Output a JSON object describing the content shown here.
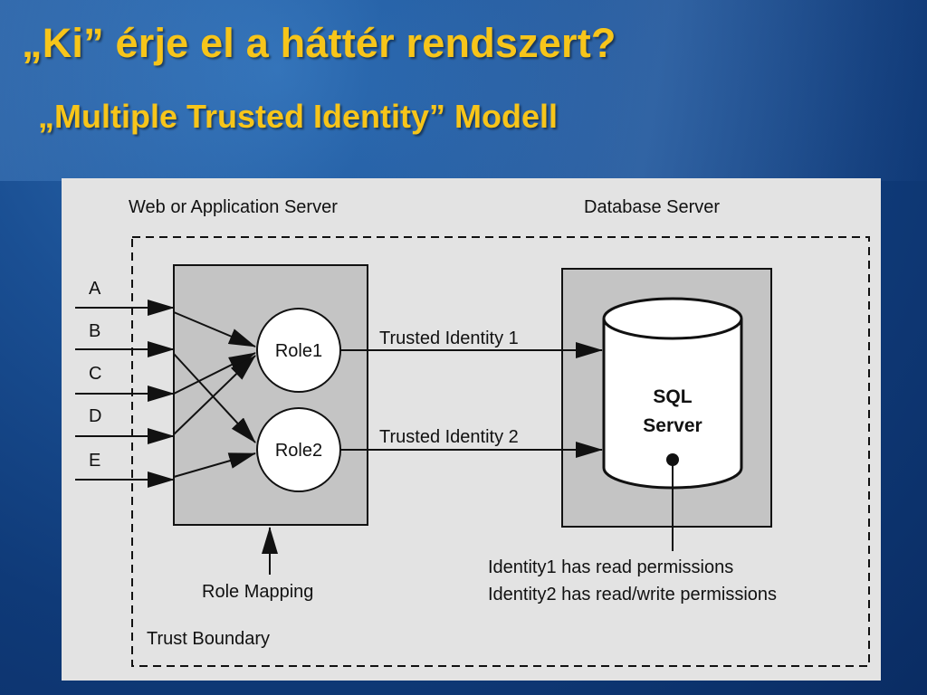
{
  "slide": {
    "title": "„Ki” érje el a háttér rendszert?",
    "subtitle": "„Multiple Trusted Identity” Modell"
  },
  "diagram": {
    "web_server_label": "Web or Application Server",
    "db_server_label": "Database Server",
    "clients": [
      "A",
      "B",
      "C",
      "D",
      "E"
    ],
    "roles": [
      "Role1",
      "Role2"
    ],
    "identity_links": [
      "Trusted Identity 1",
      "Trusted Identity 2"
    ],
    "database": {
      "line1": "SQL",
      "line2": "Server"
    },
    "permissions": [
      "Identity1 has read permissions",
      "Identity2 has read/write permissions"
    ],
    "role_mapping_label": "Role Mapping",
    "trust_boundary_label": "Trust Boundary",
    "colors": {
      "slide_title": "#f7c51a",
      "diagram_bg": "#e3e3e3",
      "server_box": "#c4c4c4"
    }
  }
}
